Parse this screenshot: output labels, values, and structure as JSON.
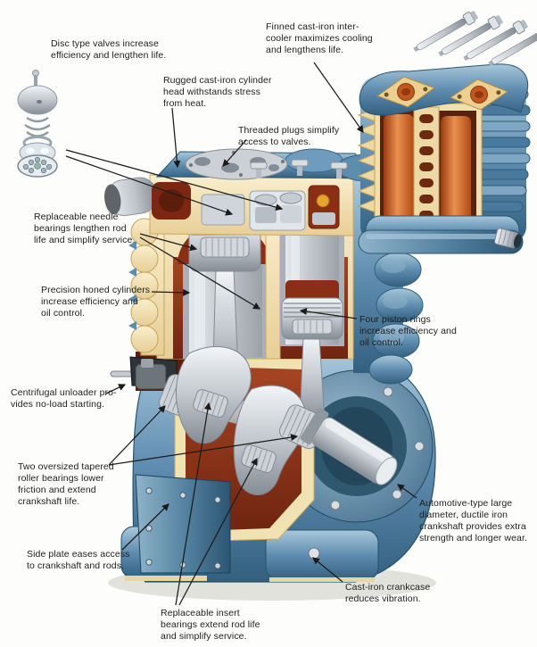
{
  "figure": {
    "kind": "cutaway-technical-illustration"
  },
  "palette": {
    "background": "#fdfdfb",
    "body_blue": "#5f8db0",
    "body_blue_dark": "#33607f",
    "cast_iron_cream": "#f0e2b2",
    "interior_red": "#8a2f15",
    "intercooler_orange": "#cf6a2b",
    "steel_silver": "#c6ccd2",
    "leader_line": "#1b1b1b",
    "text": "#1d1d1d"
  },
  "callouts": [
    {
      "id": "disc-valves",
      "text": "Disc type valves increase\nefficiency and lengthen life."
    },
    {
      "id": "finned-intercooler",
      "text": "Finned cast-iron inter-\ncooler maximizes cooling\nand lengthens life."
    },
    {
      "id": "rugged-head",
      "text": "Rugged cast-iron cylinder\nhead withstands stress\nfrom heat."
    },
    {
      "id": "threaded-plugs",
      "text": "Threaded plugs simplify\naccess to valves."
    },
    {
      "id": "needle-bearings",
      "text": "Replaceable needle\nbearings lengthen rod\nlife and simplify service."
    },
    {
      "id": "honed-cylinders",
      "text": "Precision honed cylinders\nincrease efficiency and\noil control."
    },
    {
      "id": "piston-rings",
      "text": "Four piston rings\nincrease efficiency and\noil control."
    },
    {
      "id": "centrifugal-unloader",
      "text": "Centrifugal unloader pro-\nvides no-load starting."
    },
    {
      "id": "tapered-bearings",
      "text": "Two oversized tapered\nroller bearings lower\nfriction and extend\ncrankshaft life."
    },
    {
      "id": "side-plate",
      "text": "Side plate eases access\nto crankshaft and rods."
    },
    {
      "id": "insert-bearings",
      "text": "Replaceable insert\nbearings extend rod life\nand simplify service."
    },
    {
      "id": "crankshaft",
      "text": "Automotive-type large\ndiameter, ductile iron\ncrankshaft provides extra\nstrength and longer wear."
    },
    {
      "id": "crankcase",
      "text": "Cast-iron crankcase\nreduces vibration."
    }
  ]
}
